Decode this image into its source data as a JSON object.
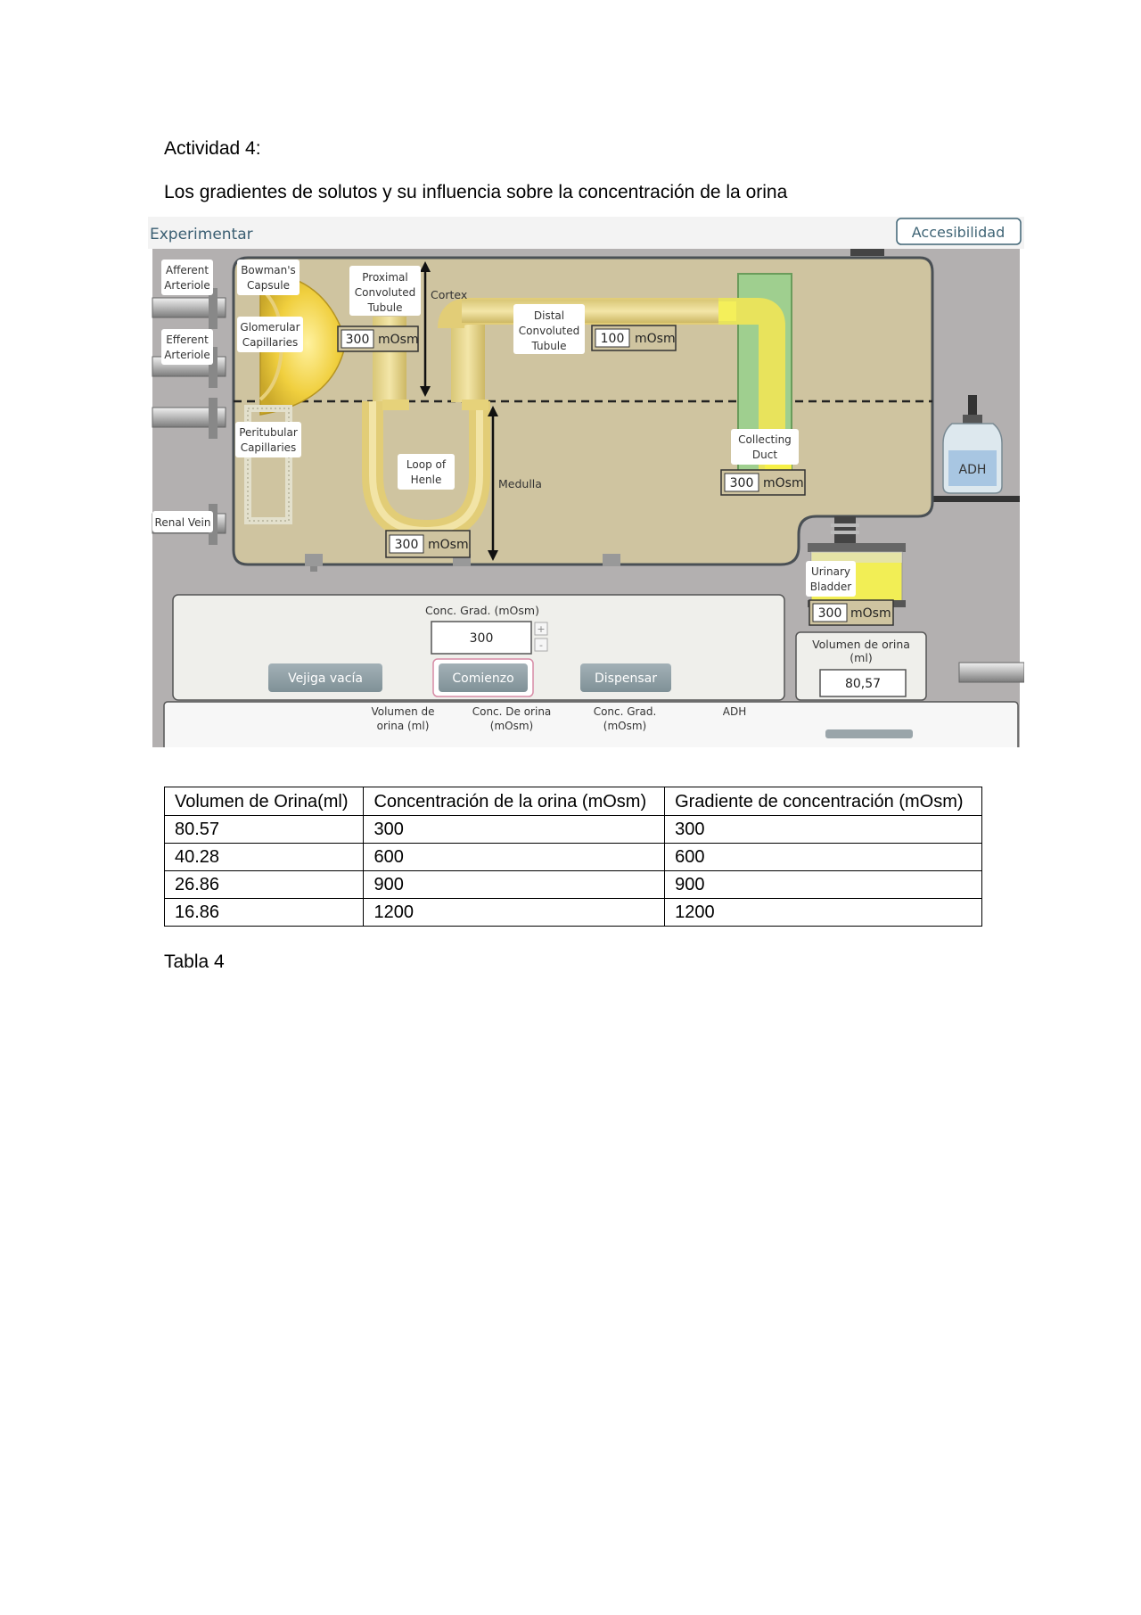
{
  "document": {
    "heading": "Actividad 4:",
    "subtitle": "Los gradientes de solutos y su influencia sobre la concentración de la orina",
    "caption": "Tabla 4"
  },
  "simulation": {
    "tab_label": "Experimentar",
    "accessibility_button": "Accesibilidad",
    "labels": {
      "afferent": [
        "Afferent",
        "Arteriole"
      ],
      "efferent": [
        "Efferent",
        "Arteriole"
      ],
      "bowman": [
        "Bowman's",
        "Capsule"
      ],
      "glomerular": [
        "Glomerular",
        "Capillaries"
      ],
      "peritubular": [
        "Peritubular",
        "Capillaries"
      ],
      "renal_vein": "Renal Vein",
      "proximal": [
        "Proximal",
        "Convoluted",
        "Tubule"
      ],
      "distal": [
        "Distal",
        "Convoluted",
        "Tubule"
      ],
      "loop": [
        "Loop of",
        "Henle"
      ],
      "collecting": [
        "Collecting",
        "Duct"
      ],
      "bladder": [
        "Urinary",
        "Bladder"
      ],
      "cortex": "Cortex",
      "medulla": "Medulla",
      "adh_bottle": "ADH"
    },
    "readouts": {
      "proximal": "300",
      "distal": "100",
      "loop": "300",
      "collecting": "300",
      "bladder": "300",
      "unit": "mOsm"
    },
    "controls": {
      "grad_label": "Conc. Grad. (mOsm)",
      "grad_value": "300",
      "plus": "+",
      "minus": "-",
      "empty_bladder_button": "Vejiga vacía",
      "start_button": "Comienzo",
      "dispense_button": "Dispensar",
      "volume_label": [
        "Volumen de orina",
        "(ml)"
      ],
      "volume_value": "80,57"
    },
    "results_header": {
      "col1": [
        "Volumen de",
        "orina (ml)"
      ],
      "col2": [
        "Conc. De orina",
        "(mOsm)"
      ],
      "col3": [
        "Conc. Grad.",
        "(mOsm)"
      ],
      "col4": "ADH"
    },
    "colors": {
      "cabinet": "#cfc4a0",
      "tubule": "#e6d27a",
      "button": "#8c9ca2",
      "frame": "#b3b0b0"
    }
  },
  "table": {
    "headers": [
      "Volumen de Orina(ml)",
      "Concentración de la orina (mOsm)",
      "Gradiente de concentración (mOsm)"
    ],
    "rows": [
      [
        "80.57",
        "300",
        "300"
      ],
      [
        "40.28",
        "600",
        "600"
      ],
      [
        "26.86",
        "900",
        "900"
      ],
      [
        "16.86",
        "1200",
        "1200"
      ]
    ]
  }
}
